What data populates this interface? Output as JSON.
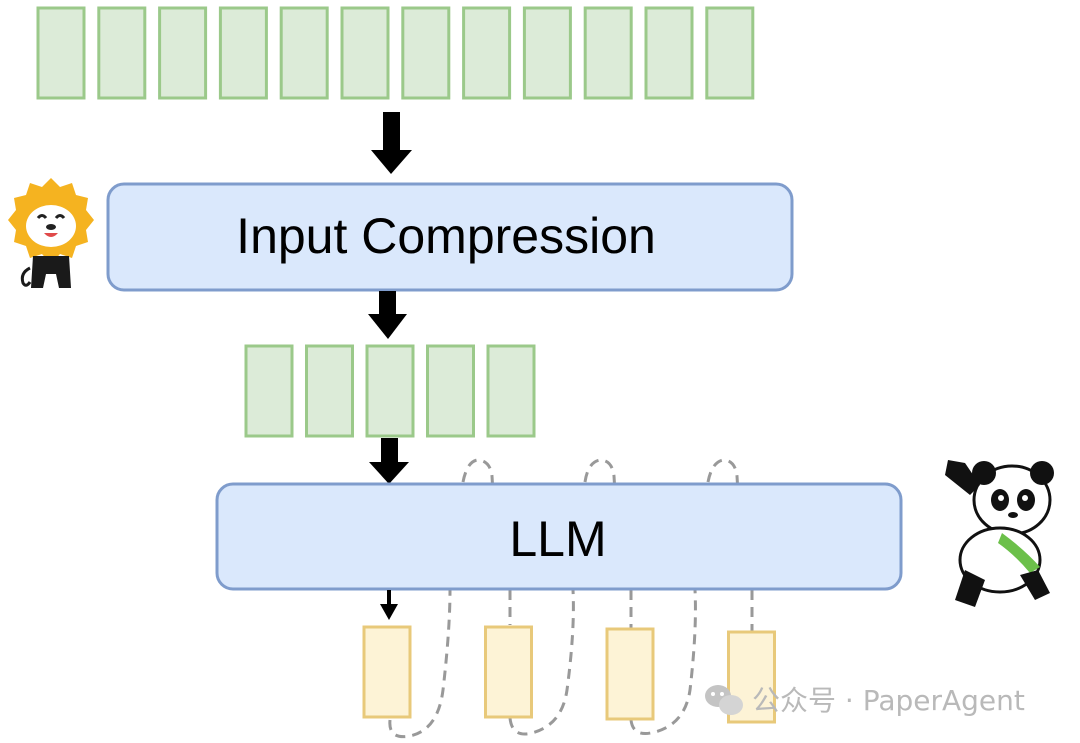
{
  "diagram": {
    "stages": {
      "compression": {
        "label": "Input Compression"
      },
      "llm": {
        "label": "LLM"
      }
    },
    "token_counts": {
      "input": 12,
      "compressed": 5,
      "output": 4
    },
    "colors": {
      "input_token_fill": "#dcebd8",
      "input_token_stroke": "#9bc98a",
      "output_token_fill": "#fdf3d6",
      "output_token_stroke": "#e8c97a",
      "stage_fill": "#dae8fc",
      "stage_stroke": "#7f9ccc",
      "arrow": "#000000",
      "feedback_dash": "#999999"
    },
    "icons": {
      "left": "lion-mascot-icon",
      "right": "panda-mascot-icon"
    }
  },
  "watermark": {
    "icon": "wechat-icon",
    "text": "公众号 · PaperAgent"
  }
}
